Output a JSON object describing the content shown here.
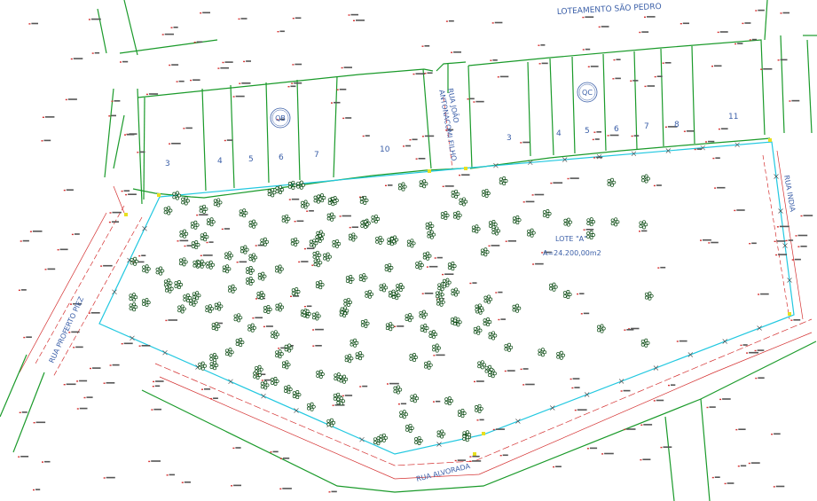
{
  "map": {
    "title_top": "LOTEAMENTO SÃO PEDRO",
    "blocks": [
      {
        "id": "qb",
        "label": "QB"
      },
      {
        "id": "qc",
        "label": "QC"
      }
    ],
    "lots_qb": [
      "3",
      "4",
      "5",
      "6",
      "7",
      "10"
    ],
    "lots_qc": [
      "3",
      "4",
      "5",
      "6",
      "7",
      "8",
      "11"
    ],
    "lot_a": {
      "name": "LOTE \"A\"",
      "area": "A=24.200,00m2"
    },
    "streets": {
      "joao": [
        "RUA JOÃO",
        "ANTONACOMI FILHO"
      ],
      "india": "RUA INDIA",
      "alvorada": "RUA ALVORADA",
      "prof": [
        "RUA PROF.",
        "ERTO PIEZ"
      ]
    },
    "colors": {
      "background": "#ffffff",
      "lot_lines": "#1a9a2a",
      "boundary": "#22c8e0",
      "road_red": "#d43030",
      "tree": "#0a4a12",
      "label_blue": "#3b5fa8",
      "marker_yellow": "#e8e020"
    }
  }
}
